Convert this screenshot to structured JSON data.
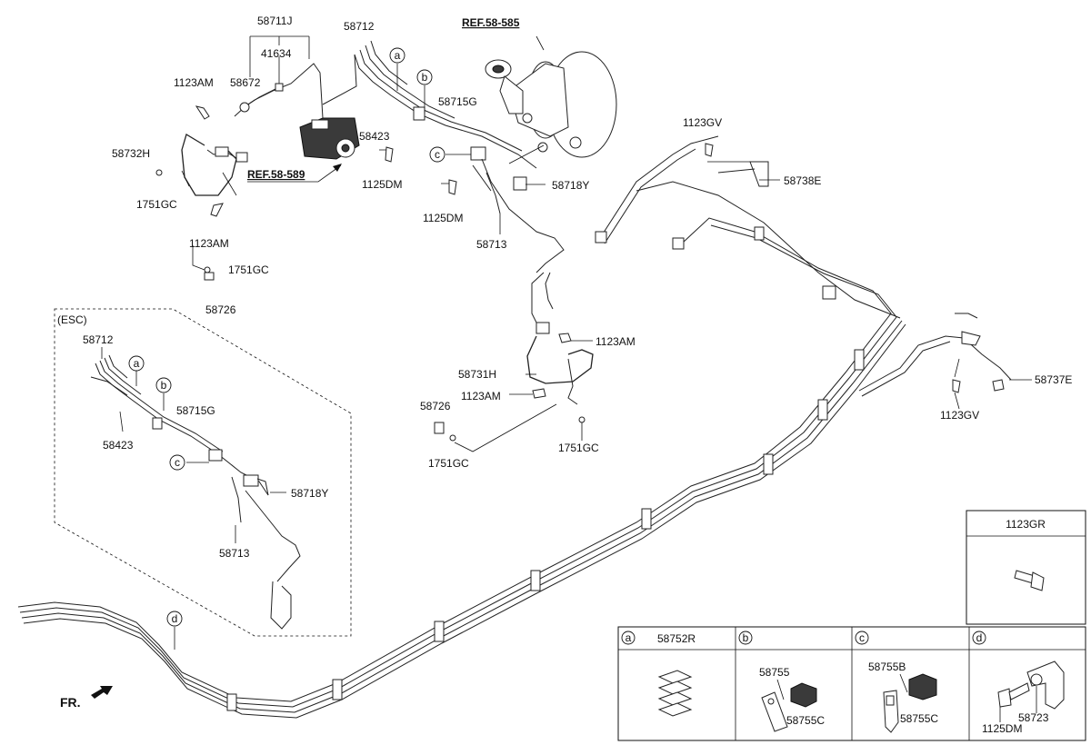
{
  "labels": {
    "p58711J": "58711J",
    "p41634": "41634",
    "p58672": "58672",
    "p1123AM_a": "1123AM",
    "p58732H": "58732H",
    "p1751GC_a": "1751GC",
    "p1123AM_b": "1123AM",
    "p1751GC_b": "1751GC",
    "p58726_a": "58726",
    "ref58589": "REF.58-589",
    "p58712": "58712",
    "p58423": "58423",
    "p1125DM_a": "1125DM",
    "p1125DM_b": "1125DM",
    "p58715G": "58715G",
    "p58713": "58713",
    "p58718Y": "58718Y",
    "ref58585": "REF.58-585",
    "p1123GV_a": "1123GV",
    "p58738E": "58738E",
    "p1123AM_c": "1123AM",
    "p58731H": "58731H",
    "p1123AM_d": "1123AM",
    "p58726_b": "58726",
    "p1751GC_c": "1751GC",
    "p1751GC_d": "1751GC",
    "p58737E": "58737E",
    "p1123GV_b": "1123GV",
    "esc_title": "(ESC)",
    "esc_58712": "58712",
    "esc_58715G": "58715G",
    "esc_58423": "58423",
    "esc_58718Y": "58718Y",
    "esc_58713": "58713",
    "fr": "FR."
  },
  "callouts": {
    "a": "a",
    "b": "b",
    "c": "c",
    "d": "d"
  },
  "legend": {
    "p1123GR": "1123GR",
    "a_part": "58752R",
    "b_part1": "58755",
    "b_part2": "58755C",
    "c_part1": "58755B",
    "c_part2": "58755C",
    "d_part1": "58723",
    "d_part2": "1125DM"
  }
}
